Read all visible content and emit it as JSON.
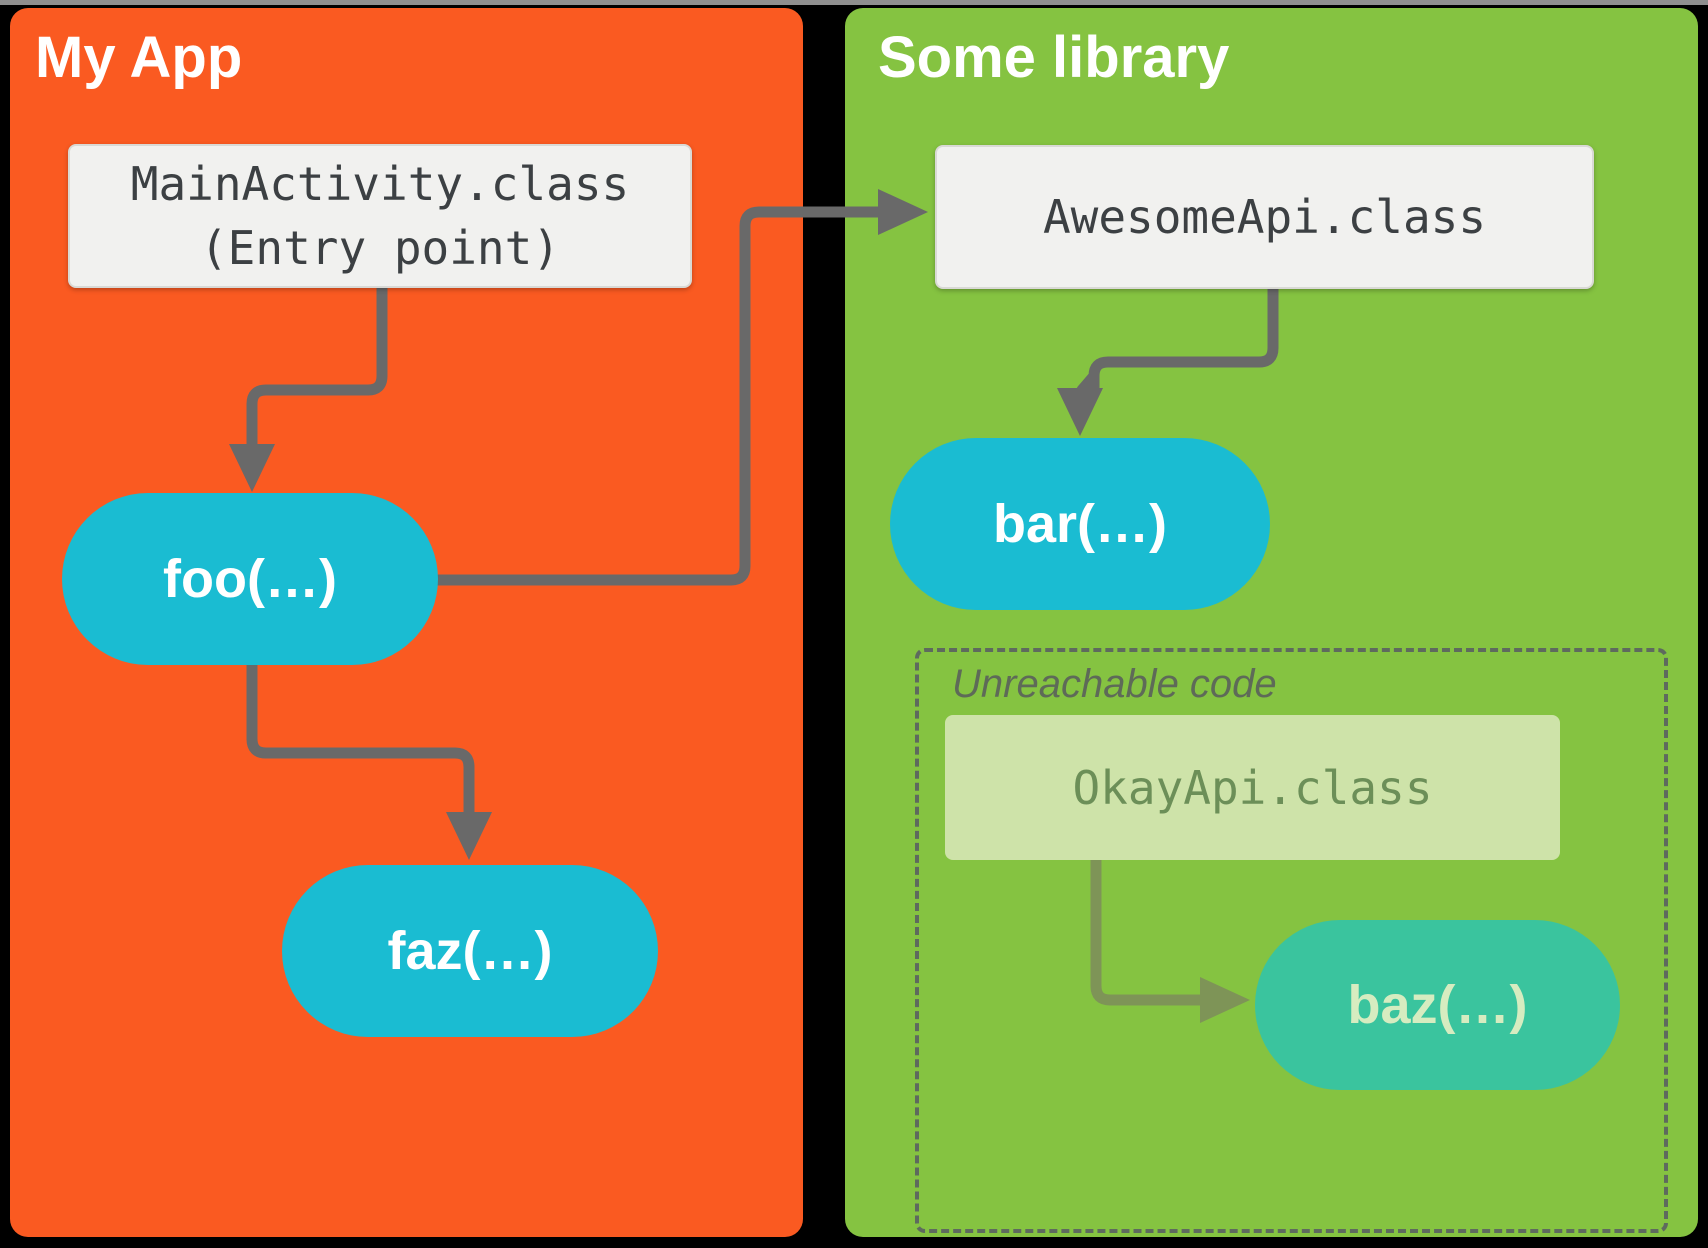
{
  "app_panel": {
    "title": "My App",
    "entry_box": {
      "line1": "MainActivity.class",
      "line2": "(Entry point)"
    },
    "foo_label": "foo(…)",
    "faz_label": "faz(…)"
  },
  "library_panel": {
    "title": "Some library",
    "api_box_label": "AwesomeApi.class",
    "bar_label": "bar(…)",
    "unreachable": {
      "label": "Unreachable code",
      "okay_box_label": "OkayApi.class",
      "baz_label": "baz(…)"
    }
  },
  "colors": {
    "app_panel_bg": "#fa5a21",
    "library_panel_bg": "#85c341",
    "class_box_bg": "#f1f1ef",
    "class_box_text": "#3c4043",
    "method_pill_bg": "#1abcd2",
    "method_pill_text": "#ffffff",
    "unreachable_pill_bg": "#3ac49e",
    "unreachable_pill_text": "#d6ecc0",
    "okay_box_bg": "#cee3a9",
    "okay_box_text": "#6c8f58",
    "connector_gray": "#696969",
    "connector_olive": "#7e9457",
    "dashed_border": "#5e6a5e",
    "background": "#000000"
  }
}
